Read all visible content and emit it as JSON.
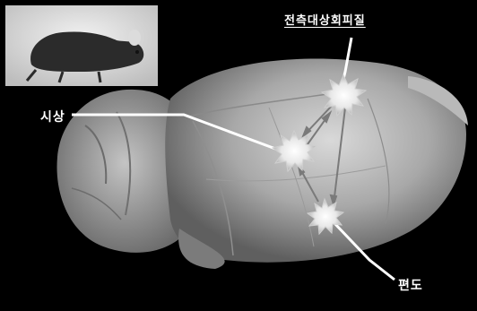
{
  "figure": {
    "labels": {
      "anterior_cingulate_cortex": "전측대상회피질",
      "thalamus": "시상",
      "amygdala": "편도"
    },
    "colors": {
      "background": "#000000",
      "label_text": "#ffffff",
      "connector_line": "#ffffff",
      "arrow": "#7a7a7a"
    },
    "icons": [
      "mouse-photo-inset",
      "activation-burst-icon"
    ]
  }
}
